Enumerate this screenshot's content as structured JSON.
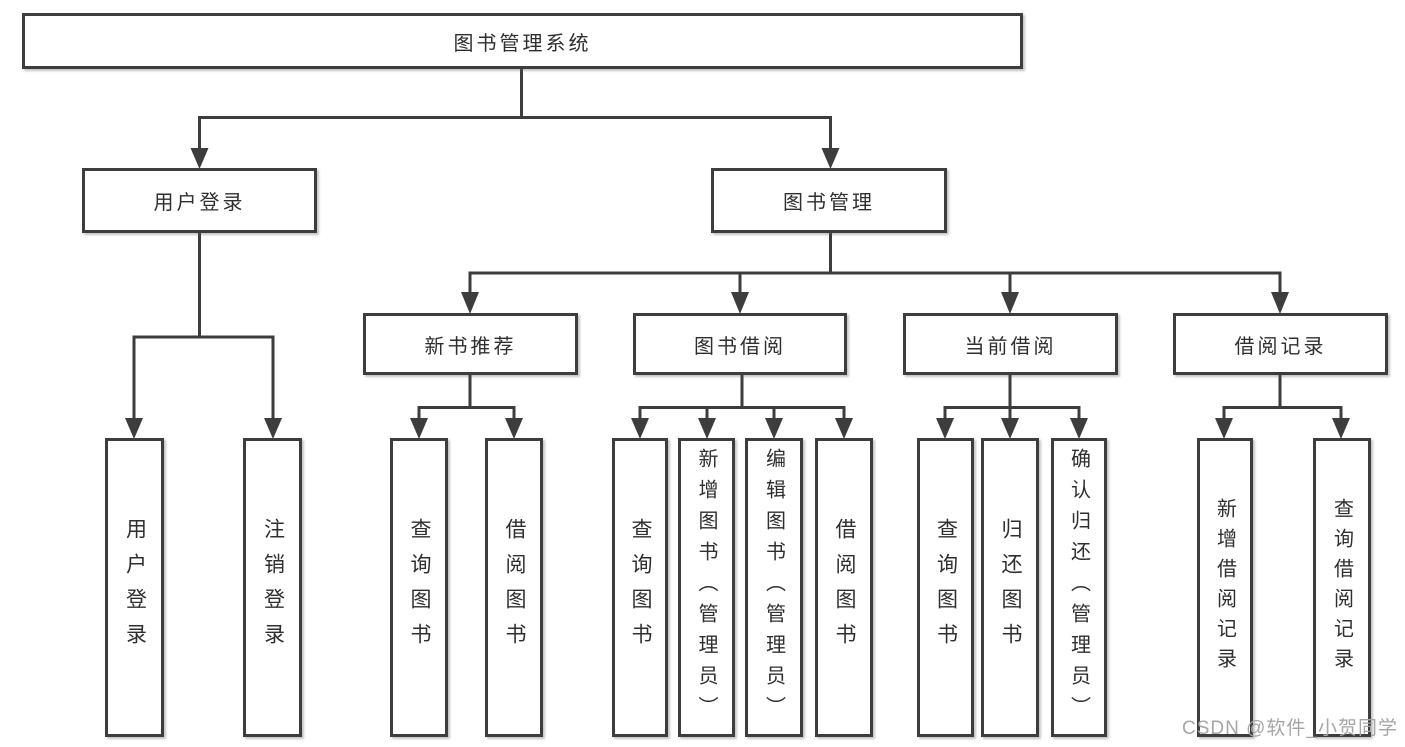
{
  "diagram": {
    "root": {
      "label": "图书管理系统"
    },
    "branches": [
      {
        "label": "用户登录",
        "leaves": [
          "用户登录",
          "注销登录"
        ]
      },
      {
        "label": "图书管理",
        "children": [
          {
            "label": "新书推荐",
            "leaves": [
              "查询图书",
              "借阅图书"
            ]
          },
          {
            "label": "图书借阅",
            "leaves": [
              "查询图书",
              "新增图书（管理员）",
              "编辑图书（管理员）",
              "借阅图书"
            ]
          },
          {
            "label": "当前借阅",
            "leaves": [
              "查询图书",
              "归还图书",
              "确认归还（管理员）"
            ]
          },
          {
            "label": "借阅记录",
            "leaves": [
              "新增借阅记录",
              "查询借阅记录"
            ]
          }
        ]
      }
    ]
  },
  "watermark": {
    "text": "CSDN @软件_小贺同学"
  },
  "colors": {
    "line": "#3d3d3d",
    "text": "#2f2f2f",
    "background": "#ffffff",
    "watermark": "#a6a6a6"
  }
}
